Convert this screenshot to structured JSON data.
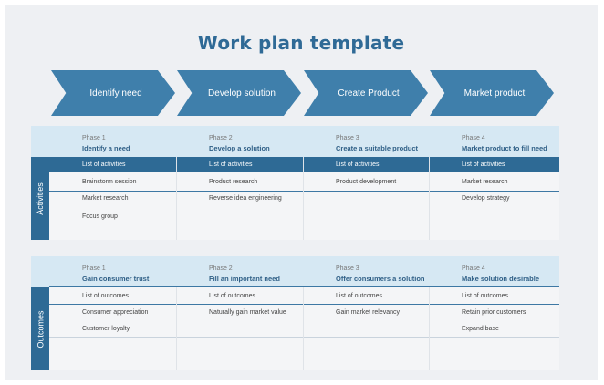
{
  "title": "Work plan template",
  "arrows": [
    "Identify need",
    "Develop solution",
    "Create Product",
    "Market product"
  ],
  "activities": {
    "side_label": "Activities",
    "phases": [
      {
        "label": "Phase 1",
        "name": "Identify a need"
      },
      {
        "label": "Phase 2",
        "name": "Develop a solution"
      },
      {
        "label": "Phase 3",
        "name": "Create a suitable product"
      },
      {
        "label": "Phase 4",
        "name": "Market product to fill need"
      }
    ],
    "list_label": "List of activities",
    "items": [
      [
        "Brainstorm session",
        "Market research",
        "Focus group"
      ],
      [
        "Product research",
        "Reverse idea engineering"
      ],
      [
        "Product development"
      ],
      [
        "Market research",
        "Develop strategy"
      ]
    ]
  },
  "outcomes": {
    "side_label": "Outcomes",
    "phases": [
      {
        "label": "Phase 1",
        "name": "Gain consumer trust"
      },
      {
        "label": "Phase 2",
        "name": "Fill an important need"
      },
      {
        "label": "Phase 3",
        "name": "Offer consumers a solution"
      },
      {
        "label": "Phase 4",
        "name": "Make solution desirable"
      }
    ],
    "list_label": "List of outcomes",
    "items": [
      [
        "Consumer appreciation",
        "Customer loyalty"
      ],
      [
        "Naturally gain market value"
      ],
      [
        "Gain market relevancy"
      ],
      [
        "Retain prior customers",
        "Expand base"
      ]
    ]
  }
}
